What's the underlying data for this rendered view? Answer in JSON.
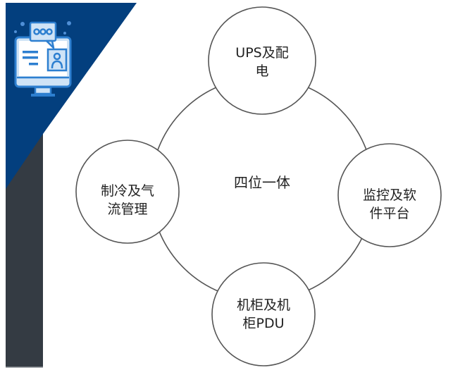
{
  "colors": {
    "banner_blue": "#033f7e",
    "side_dark": "#343b43",
    "circle_stroke": "#555555",
    "icon_light": "#ffffff",
    "icon_blue": "#2d7fd0",
    "icon_pale": "#cfe3f6"
  },
  "decor": {
    "icon": "monitor-chat-profile-icon"
  },
  "diagram": {
    "center_label": "四位一体",
    "nodes": [
      {
        "id": "top",
        "label": "UPS及配\n电"
      },
      {
        "id": "left",
        "label": "制冷及气\n流管理"
      },
      {
        "id": "right",
        "label": "监控及软\n件平台"
      },
      {
        "id": "bottom",
        "label": "机柜及机\n柜PDU"
      }
    ]
  }
}
